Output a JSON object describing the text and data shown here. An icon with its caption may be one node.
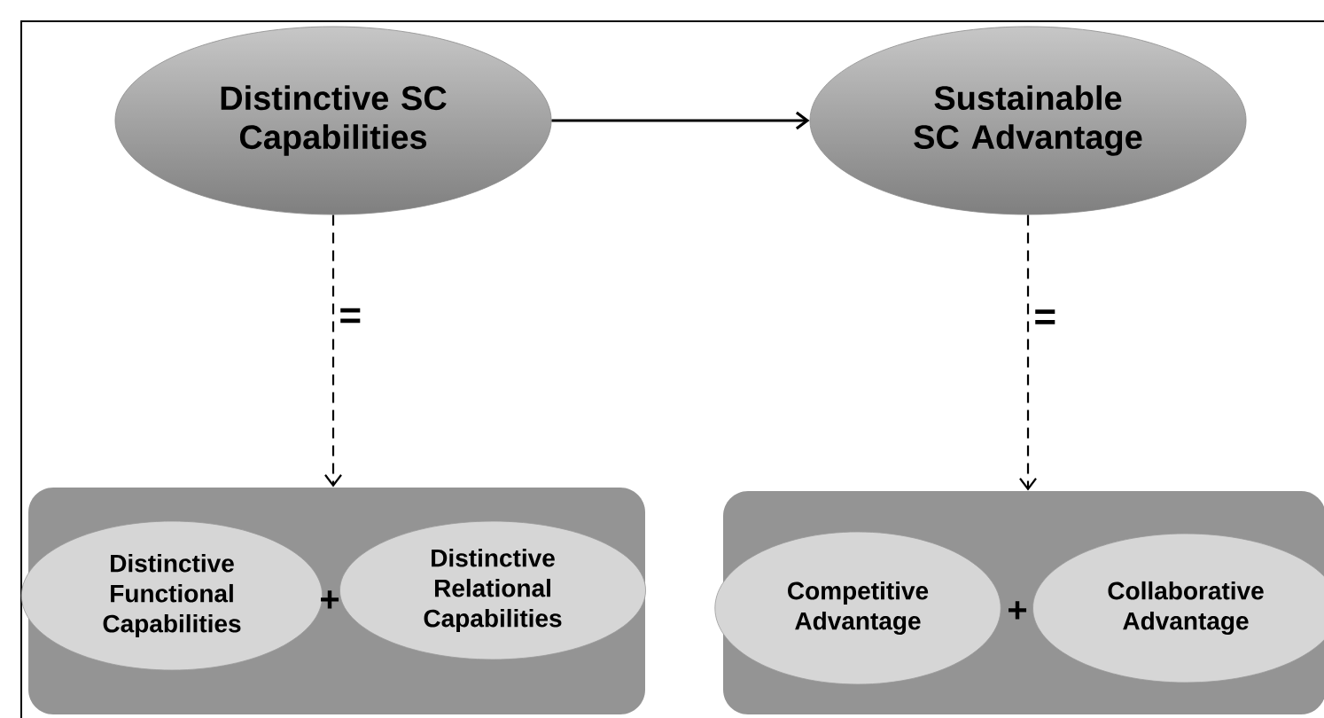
{
  "diagram": {
    "nodes": [
      {
        "text": [
          "Distinctive SC Capabilities"
        ]
      },
      {
        "text": [
          "Sustainable SC Advantage"
        ]
      },
      {
        "text": [],
        "shape": "box"
      },
      {
        "text": [
          "Distinctive Functional Capabilities"
        ],
        "in": 2
      },
      {
        "text": [
          "Distinctive Relational Capabilities"
        ],
        "in": 2
      },
      {
        "text": [],
        "shape": "box"
      },
      {
        "text": [
          "Competitive Advantage"
        ],
        "in": 5
      },
      {
        "text": [
          "Collaborative Advantage"
        ],
        "in": 5
      }
    ],
    "edges": [
      {
        "from": 0,
        "to": 1,
        "arrow": "to"
      },
      {
        "from": 0,
        "to": 2,
        "arrow": "to",
        "style": "dashed",
        "label": "="
      },
      {
        "from": 1,
        "to": 5,
        "arrow": "to",
        "style": "dashed",
        "label": "="
      }
    ],
    "labels": [
      "+",
      "+"
    ]
  }
}
